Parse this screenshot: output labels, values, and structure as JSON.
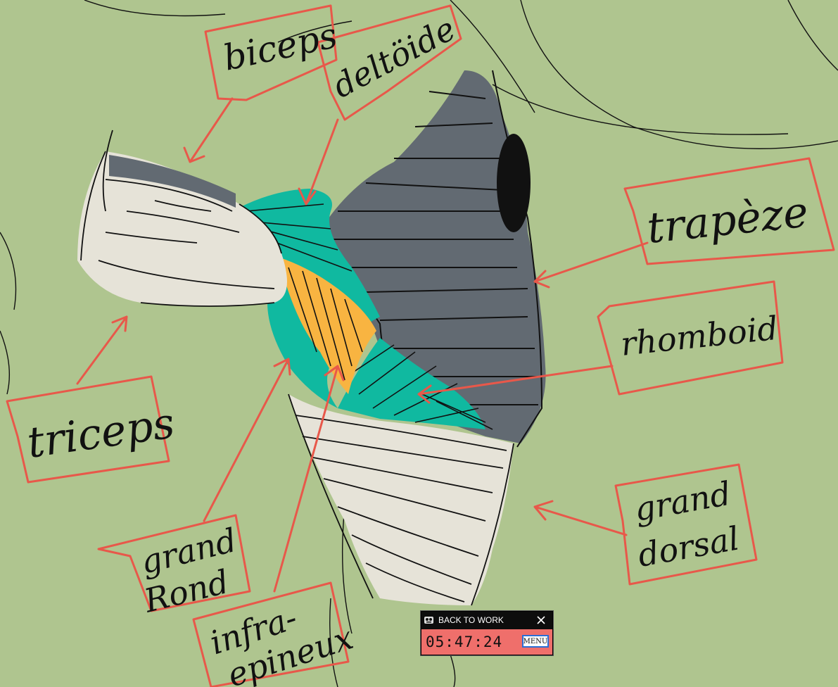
{
  "labels": {
    "biceps": "biceps",
    "deltoide": "deltöide",
    "trapeze": "trapèze",
    "rhomboid": "rhomboid",
    "triceps": "triceps",
    "grand_rond_1": "grand",
    "grand_rond_2": "Rond",
    "infra_1": "infra-",
    "infra_2": "epineux",
    "grand_dorsal_1": "grand",
    "grand_dorsal_2": "dorsal"
  },
  "timer": {
    "title": "BACK TO WORK",
    "time": "05:47:24",
    "menu_label": "MENU"
  },
  "colors": {
    "background": "#afc58f",
    "label_box": "#e8584a",
    "trapeze": "#626a72",
    "deltoid": "#10b9a0",
    "infraspinatus": "#f8b441",
    "latissimus": "#e6e3d8",
    "timer_body": "#ef6f6b"
  }
}
